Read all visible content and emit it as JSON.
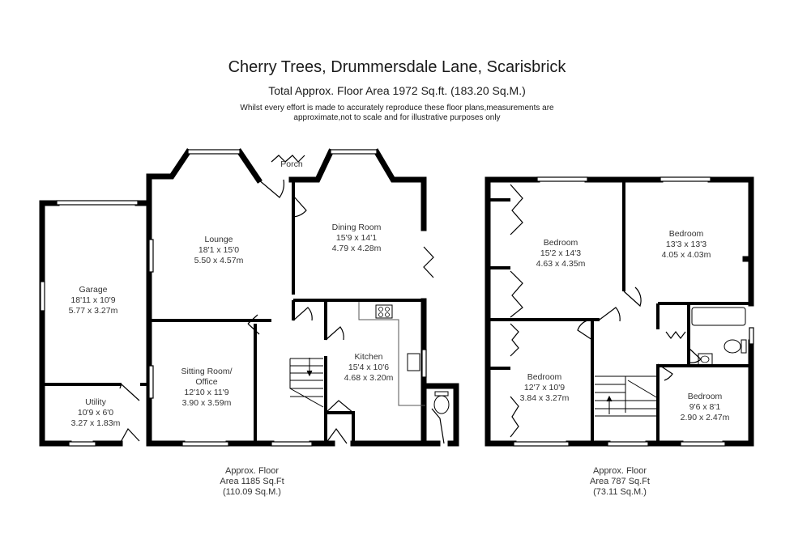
{
  "header": {
    "title": "Cherry Trees, Drummersdale Lane, Scarisbrick",
    "total_area": "Total Approx. Floor Area 1972 Sq.ft. (183.20 Sq.M.)",
    "disclaimer_line1": "Whilst every effort is made to accurately reproduce these floor plans,measurements are",
    "disclaimer_line2": "approximate,not to scale and for illustrative purposes only"
  },
  "ground_floor": {
    "area_line1": "Approx. Floor",
    "area_line2": "Area 1185 Sq.Ft",
    "area_line3": "(110.09 Sq.M.)",
    "rooms": [
      {
        "name": "Porch",
        "imperial": "",
        "metric": ""
      },
      {
        "name": "Lounge",
        "imperial": "18'1 x 15'0",
        "metric": "5.50 x 4.57m"
      },
      {
        "name": "Dining Room",
        "imperial": "15'9 x 14'1",
        "metric": "4.79 x 4.28m"
      },
      {
        "name": "Garage",
        "imperial": "18'11 x 10'9",
        "metric": "5.77 x 3.27m"
      },
      {
        "name": "Sitting Room/",
        "name2": "Office",
        "imperial": "12'10 x 11'9",
        "metric": "3.90 x 3.59m"
      },
      {
        "name": "Kitchen",
        "imperial": "15'4 x 10'6",
        "metric": "4.68 x 3.20m"
      },
      {
        "name": "Utility",
        "imperial": "10'9 x 6'0",
        "metric": "3.27 x 1.83m"
      }
    ]
  },
  "first_floor": {
    "area_line1": "Approx. Floor",
    "area_line2": "Area 787 Sq.Ft",
    "area_line3": "(73.11 Sq.M.)",
    "rooms": [
      {
        "name": "Bedroom",
        "imperial": "15'2 x 14'3",
        "metric": "4.63 x 4.35m"
      },
      {
        "name": "Bedroom",
        "imperial": "13'3 x 13'3",
        "metric": "4.05 x 4.03m"
      },
      {
        "name": "Bedroom",
        "imperial": "12'7 x 10'9",
        "metric": "3.84 x 3.27m"
      },
      {
        "name": "Bedroom",
        "imperial": "9'6 x 8'1",
        "metric": "2.90 x 2.47m"
      }
    ]
  },
  "colors": {
    "wall": "#000000",
    "text": "#333333",
    "background": "#ffffff"
  }
}
